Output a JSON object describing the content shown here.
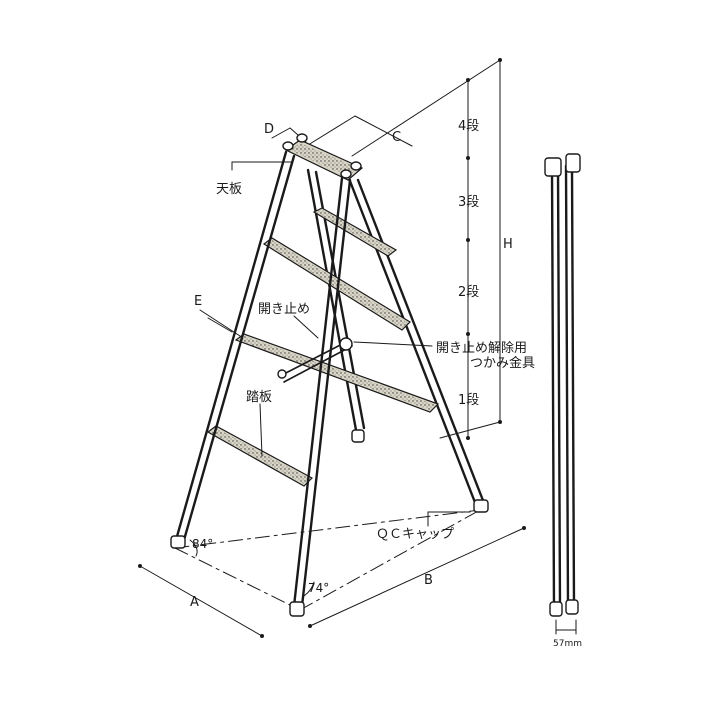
{
  "labels": {
    "top_plate": "天板",
    "step": "踏板",
    "spreader": "開き止め",
    "release_1": "開き止め解除用",
    "release_2": "つかみ金具",
    "cap": "ＱＣキャップ",
    "angle_front": "84°",
    "angle_side": "74°",
    "width_folded": "57mm"
  },
  "dimensions": {
    "a": "A",
    "b": "B",
    "c": "C",
    "d": "D",
    "e": "E",
    "h": "H"
  },
  "steps": {
    "s1": "1段",
    "s2": "2段",
    "s3": "3段",
    "s4": "4段"
  }
}
